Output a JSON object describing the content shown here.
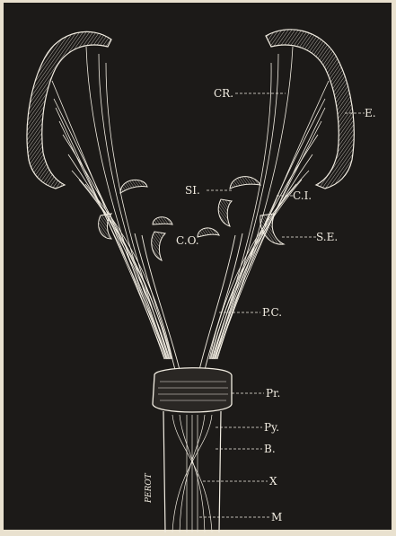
{
  "colors": {
    "paper": "#e9e1cf",
    "plate": "#1c1a18",
    "line": "#f2ede2"
  },
  "labels": {
    "cr": "CR.",
    "e": "E.",
    "si": "SI.",
    "ci": "C.I.",
    "se": "S.E.",
    "co": "C.O.",
    "pc": "P.C.",
    "pr": "Pr.",
    "py": "Py.",
    "b": "B.",
    "x": "X",
    "m": "M"
  },
  "signature": "PEROT"
}
